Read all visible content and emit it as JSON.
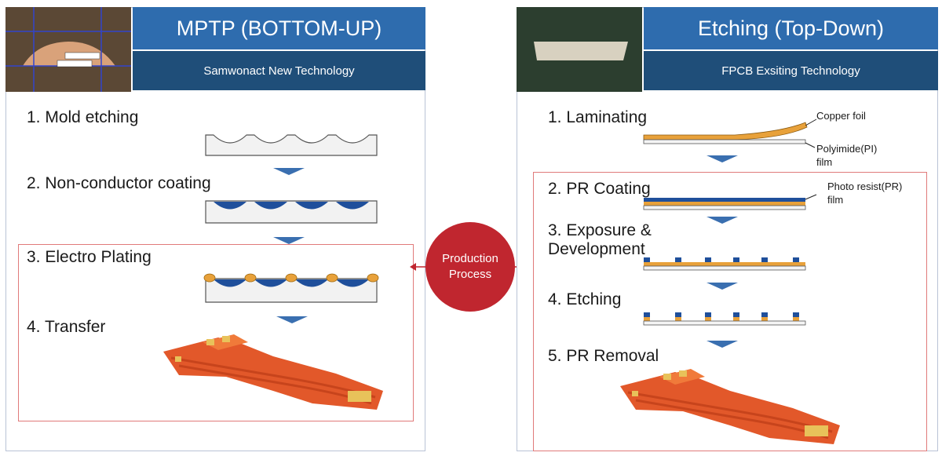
{
  "left": {
    "title": "MPTP (BOTTOM-UP)",
    "subtitle": "Samwonact New Technology",
    "steps": [
      "1. Mold etching",
      "2. Non-conductor coating",
      "3. Electro Plating",
      "4. Transfer"
    ]
  },
  "center": {
    "line1": "Production",
    "line2": "Process"
  },
  "right": {
    "title": "Etching (Top-Down)",
    "subtitle": "FPCB Exsiting Technology",
    "steps": [
      "1. Laminating",
      "2. PR Coating",
      "3. Exposure &",
      "Development",
      "4. Etching",
      "5. PR Removal"
    ],
    "labels": {
      "copper_foil": "Copper foil",
      "polyimide_1": "Polyimide(PI)",
      "polyimide_2": "film",
      "photo_resist_1": "Photo resist(PR)",
      "photo_resist_2": "film"
    }
  },
  "colors": {
    "header_blue": "#2e6cae",
    "subheader_blue": "#1f4e79",
    "circle_red": "#c0262f",
    "copper": "#e8a13a",
    "resist_blue": "#1f4f9b"
  }
}
